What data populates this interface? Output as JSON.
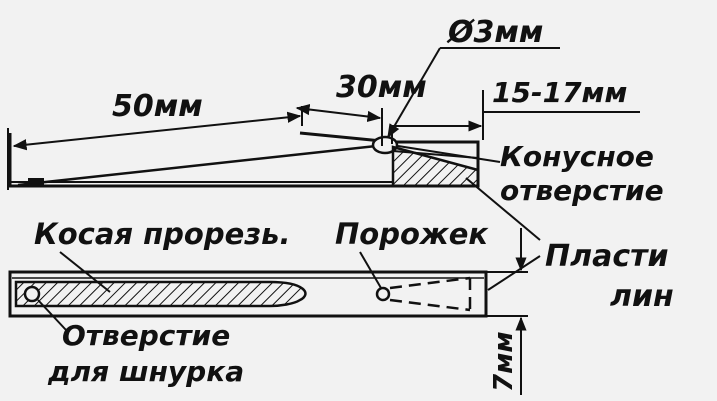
{
  "labels": {
    "dim_50": "50мм",
    "dim_30": "30мм",
    "dim_diam": "Ø3мм",
    "dim_15_17": "15-17мм",
    "konusnoe": "Конусное",
    "otverstie_top": "отверстие",
    "plasti": "Пласти",
    "lin": "лин",
    "kosaya_prorez": "Косая прорезь.",
    "porozhek": "Порожек",
    "otverstie_bottom": "Отверстие",
    "dlya_shnurka": "для шнурка",
    "dim_7": "7мм"
  },
  "colors": {
    "ink": "#111111",
    "paper": "#f2f2f2"
  }
}
